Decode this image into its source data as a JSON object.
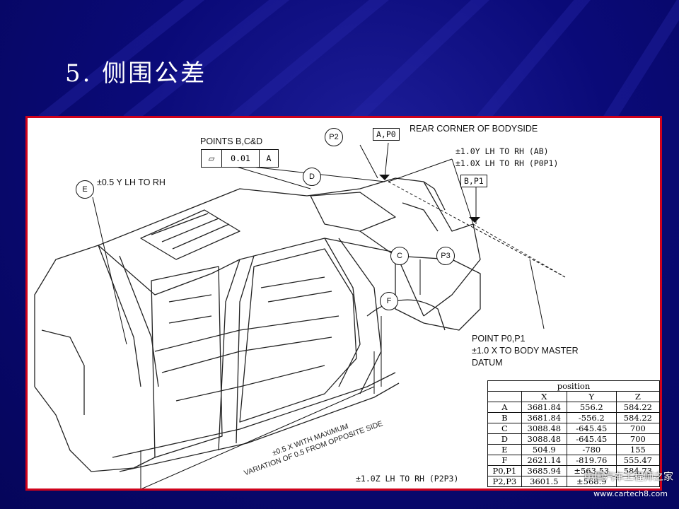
{
  "slide": {
    "title": "5. 侧围公差"
  },
  "diagram": {
    "points_label": "POINTS B,C&D",
    "fcf": {
      "symbol": "⏥",
      "tolerance": "0.01",
      "datum": "A"
    },
    "e_note": "±0.5 Y LH TO RH",
    "rear_corner": "REAR CORNER OF BODYSIDE",
    "ab_note": "±1.0Y LH TO RH (AB)",
    "p0p1_note": "±1.0X LH TO RH (P0P1)",
    "box_ap0": "A,P0",
    "box_bp1": "B,P1",
    "point_p0p1": "POINT P0,P1",
    "body_master": "±1.0 X TO BODY MASTER",
    "datum": "DATUM",
    "x_note_1": "±0.5 X WITH MAXIMUM",
    "x_note_2": "VARIATION OF 0.5 FROM OPPOSITE SIDE",
    "z_note": "±1.0Z LH TO RH (P2P3)",
    "circles": [
      "P2",
      "D",
      "E",
      "C",
      "P3",
      "F"
    ]
  },
  "table": {
    "title": "position",
    "headers": [
      "",
      "X",
      "Y",
      "Z"
    ],
    "rows": [
      [
        "A",
        "3681.84",
        "556.2",
        "584.22"
      ],
      [
        "B",
        "3681.84",
        "-556.2",
        "584.22"
      ],
      [
        "C",
        "3088.48",
        "-645.45",
        "700"
      ],
      [
        "D",
        "3088.48",
        "-645.45",
        "700"
      ],
      [
        "E",
        "504.9",
        "-780",
        "155"
      ],
      [
        "F",
        "2621.14",
        "-819.76",
        "555.47"
      ],
      [
        "P0,P1",
        "3685.94",
        "±563.53",
        "584.73"
      ],
      [
        "P2,P3",
        "3601.5",
        "±568.9",
        ""
      ]
    ]
  },
  "watermark": {
    "line1": "中国汽车工程师之家",
    "line2": "www.cartech8.com"
  }
}
